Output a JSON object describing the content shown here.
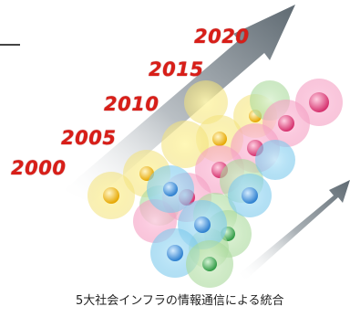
{
  "years": [
    "2000",
    "2005",
    "2010",
    "2015",
    "2020"
  ],
  "caption": "5大社会インフラの情報通信による統合",
  "colors": {
    "year_text": "#d81e18",
    "arrow": "#5f6a72",
    "orb_yellow": "#f0b800",
    "orb_pink": "#e0407a",
    "orb_blue": "#2f86d6",
    "orb_green": "#3aa24a"
  }
}
